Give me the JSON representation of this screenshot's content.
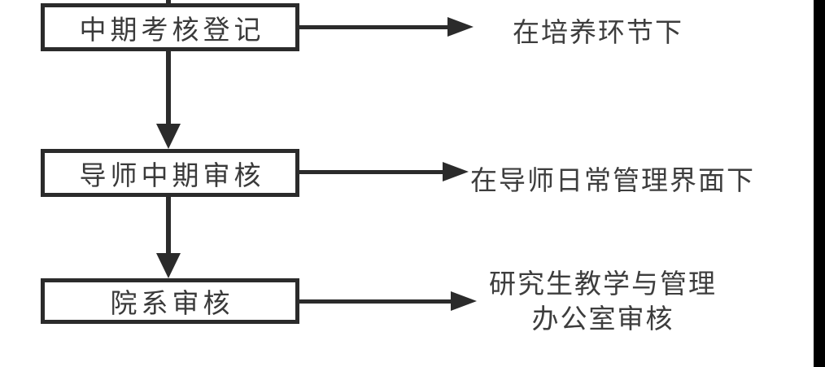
{
  "colors": {
    "background": "#ffffff",
    "line": "#2b2b2b",
    "text": "#3a3a3a",
    "edge_strip": "#000000"
  },
  "flowchart": {
    "steps": [
      {
        "label": "中期考核登记"
      },
      {
        "label": "导师中期审核"
      },
      {
        "label": "院系审核"
      }
    ],
    "annotations": [
      {
        "lines": [
          "在培养环节下"
        ]
      },
      {
        "lines": [
          "在导师日常管理界面下"
        ]
      },
      {
        "lines": [
          "研究生教学与管理",
          "办公室审核"
        ]
      }
    ]
  }
}
